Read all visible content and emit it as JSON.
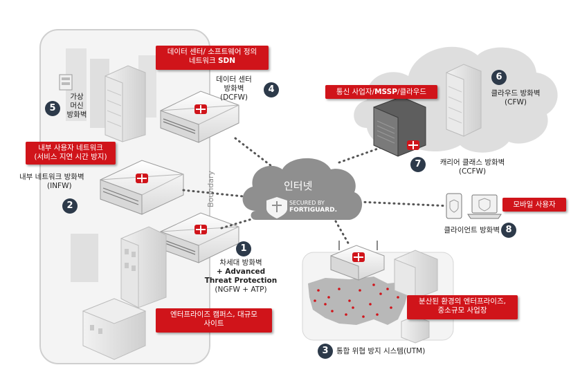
{
  "nodes": {
    "sdn_box": {
      "line1": "데이터 센터/ 소프트웨어 정의",
      "line2_prefix": "네트워크 ",
      "line2_bold": "SDN"
    },
    "dcfw": {
      "line1": "데이터 센터",
      "line2": "방화벽",
      "line3": "(DCFW)",
      "number": "4"
    },
    "vm": {
      "line1": "가상",
      "line2": "머신",
      "line3": "방화벽",
      "number": "5"
    },
    "internal_box": {
      "line1": "내부 사용자 네트워크",
      "line2": "(서비스 지연 시간 방지)"
    },
    "infw": {
      "line1": "내부 네트워크 방화벽",
      "line2": "(INFW)",
      "number": "2"
    },
    "boundary": "Boundary",
    "internet": {
      "label": "인터넷",
      "badge_line1": "SECURED BY",
      "badge_line2": "FORTIGUARD."
    },
    "carrier_box": {
      "prefix": "통신 사업자/",
      "bold": "MSSP",
      "suffix": "/클라우드"
    },
    "cfw": {
      "line1": "클라우드 방화벽",
      "line2": "(CFW)",
      "number": "6"
    },
    "ccfw": {
      "line1": "캐리어 클래스 방화벽",
      "line2": "(CCFW)",
      "number": "7"
    },
    "mobile_box": "모바일 사용자",
    "client": {
      "label": "클라이언트 방화벽",
      "number": "8"
    },
    "ngfw": {
      "line1": "차세대 방화벽",
      "line2": "+ Advanced",
      "line3": "Threat Protection",
      "line4": "(NGFW + ATP)",
      "number": "1"
    },
    "enterprise_box": {
      "line1": "엔터프라이즈 캠퍼스, 대규모",
      "line2": "사이트"
    },
    "distributed_box": {
      "line1": "분산된 환경의 엔터프라이즈,",
      "line2": "중소규모 사업장"
    },
    "utm": {
      "label": "통합 위협 방지 시스템(UTM)",
      "number": "3"
    }
  },
  "colors": {
    "accent_red": "#d0141a",
    "number_circle": "#2d3a4a",
    "cloud_gray": "#dedede",
    "internet_cloud": "#8f8f8f"
  }
}
